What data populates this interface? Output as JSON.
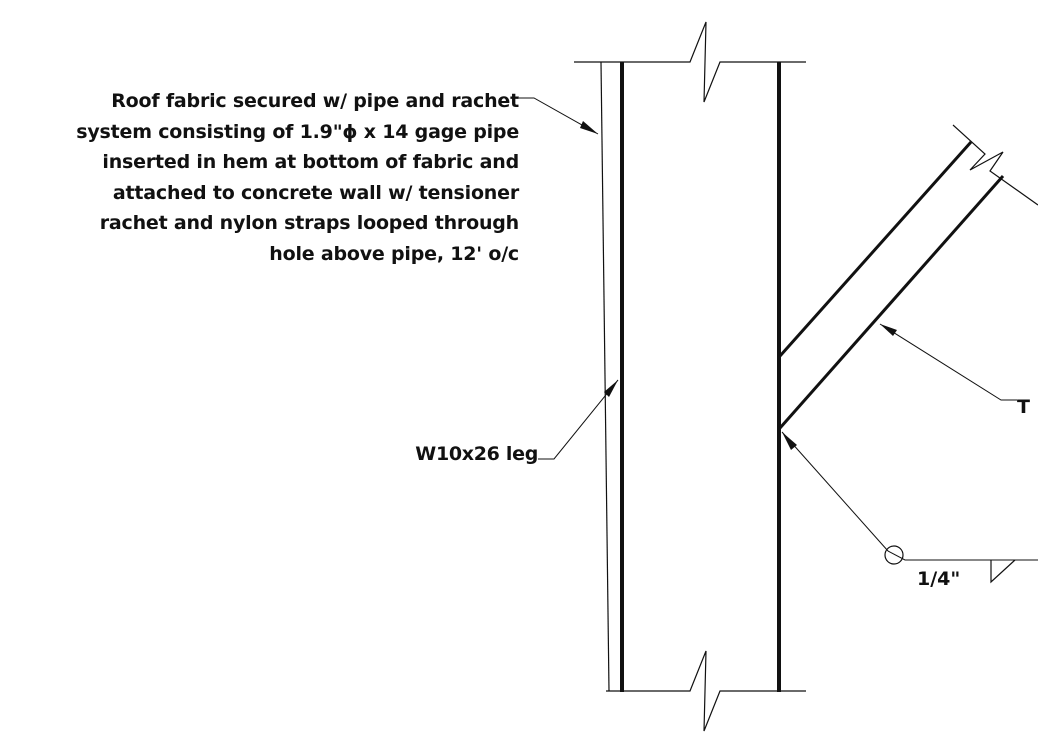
{
  "callouts": {
    "roof_fabric": [
      "Roof fabric secured w/ pipe and rachet",
      "system consisting of 1.9\"ɸ x 14 gage pipe",
      "inserted in hem at bottom of fabric and",
      "attached to concrete wall w/ tensioner",
      "rachet and nylon straps looped through",
      "hole above pipe, 12' o/c"
    ],
    "leg": "W10x26 leg",
    "weld_size": "1/4\"",
    "cut_off_label": "T"
  },
  "colors": {
    "line": "#111111",
    "background": "#ffffff"
  }
}
